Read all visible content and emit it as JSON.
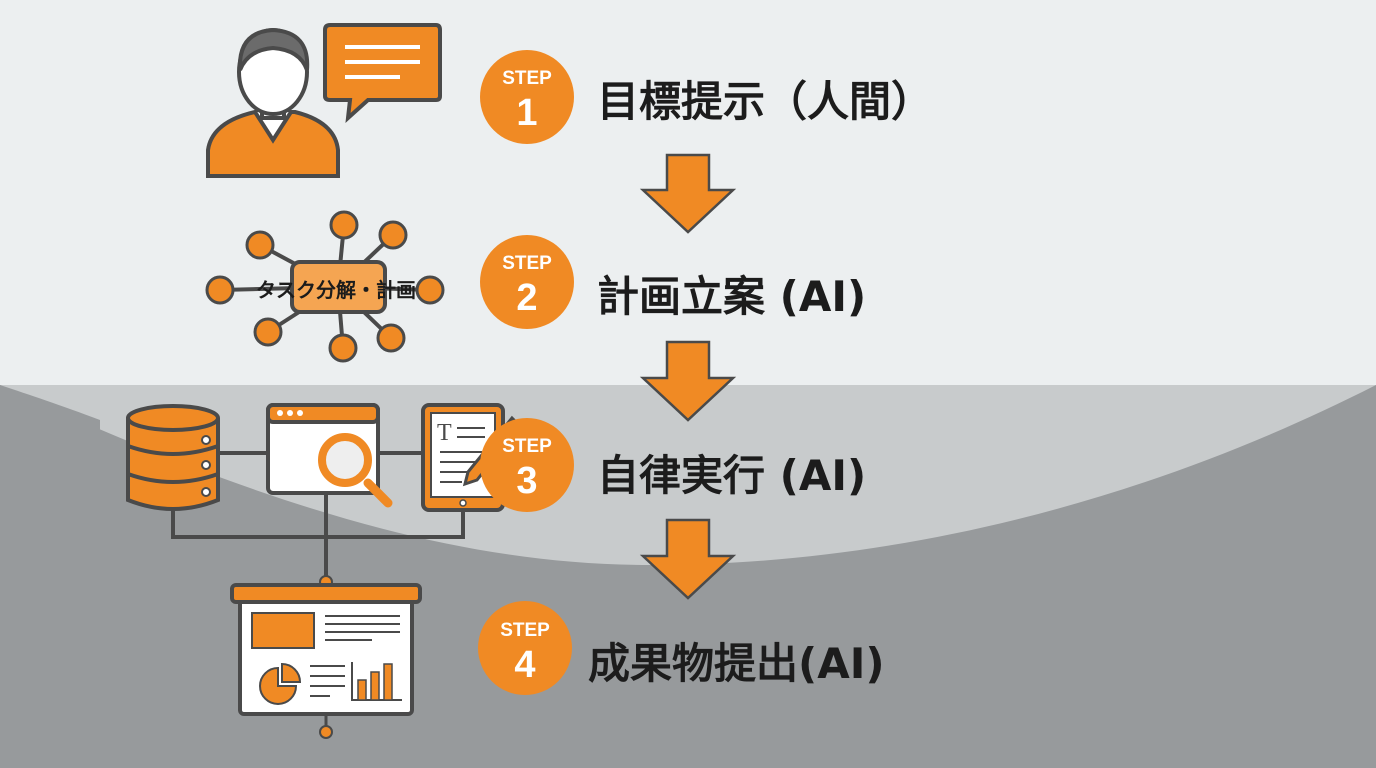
{
  "colors": {
    "accent": "#f08a24",
    "stroke": "#4a4a4a",
    "bg_light": "#eceff0",
    "bg_mid": "#c8cbcc",
    "bg_dark": "#979a9c"
  },
  "steps": [
    {
      "badge": "STEP",
      "number": "1",
      "title": "目標提示（人間）",
      "icon": "person-speech-icon"
    },
    {
      "badge": "STEP",
      "number": "2",
      "title": "計画立案 (AI)",
      "icon": "task-network-icon"
    },
    {
      "badge": "STEP",
      "number": "3",
      "title": "自律実行 (AI)",
      "icon": "tools-network-icon"
    },
    {
      "badge": "STEP",
      "number": "4",
      "title": "成果物提出(AI)",
      "icon": "presentation-board-icon"
    }
  ],
  "network_label": "タスク分解・計画",
  "tablet_letter": "T"
}
